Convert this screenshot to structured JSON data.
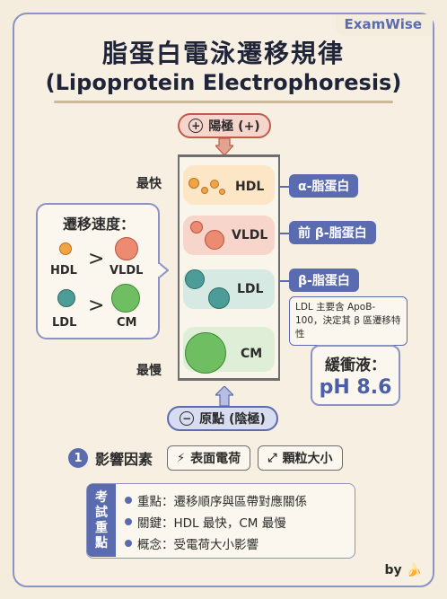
{
  "brand": "ExamWise",
  "title": "脂蛋白電泳遷移規律",
  "subtitle": "(Lipoprotein Electrophoresis)",
  "anode": {
    "symbol": "+",
    "label": "陽極 (+)"
  },
  "cathode": {
    "symbol": "−",
    "label": "原點 (陰極)"
  },
  "side_labels": {
    "fastest": "最快",
    "slowest": "最慢"
  },
  "bands": [
    {
      "label": "HDL",
      "color": "#f2b35c"
    },
    {
      "label": "VLDL",
      "color": "#ef8f7a"
    },
    {
      "label": "LDL",
      "color": "#6fb5b0"
    },
    {
      "label": "CM",
      "color": "#8fc98b"
    }
  ],
  "tags": [
    "α-脂蛋白",
    "前 β-脂蛋白",
    "β-脂蛋白"
  ],
  "ldl_note": "LDL 主要含 ApoB-100，決定其 β 區遷移特性",
  "buffer": {
    "label": "緩衝液：",
    "value": "pH 8.6"
  },
  "speed": {
    "title": "遷移速度：",
    "row1": {
      "left": "HDL",
      "right": "VLDL",
      "op": ">"
    },
    "row2": {
      "left": "LDL",
      "right": "CM",
      "op": ">"
    }
  },
  "factors": {
    "number": "1",
    "title": "影響因素",
    "chips": [
      {
        "icon": "lightning-icon",
        "label": "表面電荷"
      },
      {
        "icon": "expand-icon",
        "label": "顆粒大小"
      }
    ]
  },
  "key_points": {
    "tab": "考試重點",
    "items": [
      "重點：遷移順序與區帶對應關係",
      "關鍵：HDL 最快，CM 最慢",
      "概念：受電荷大小影響"
    ]
  },
  "byline": "by"
}
